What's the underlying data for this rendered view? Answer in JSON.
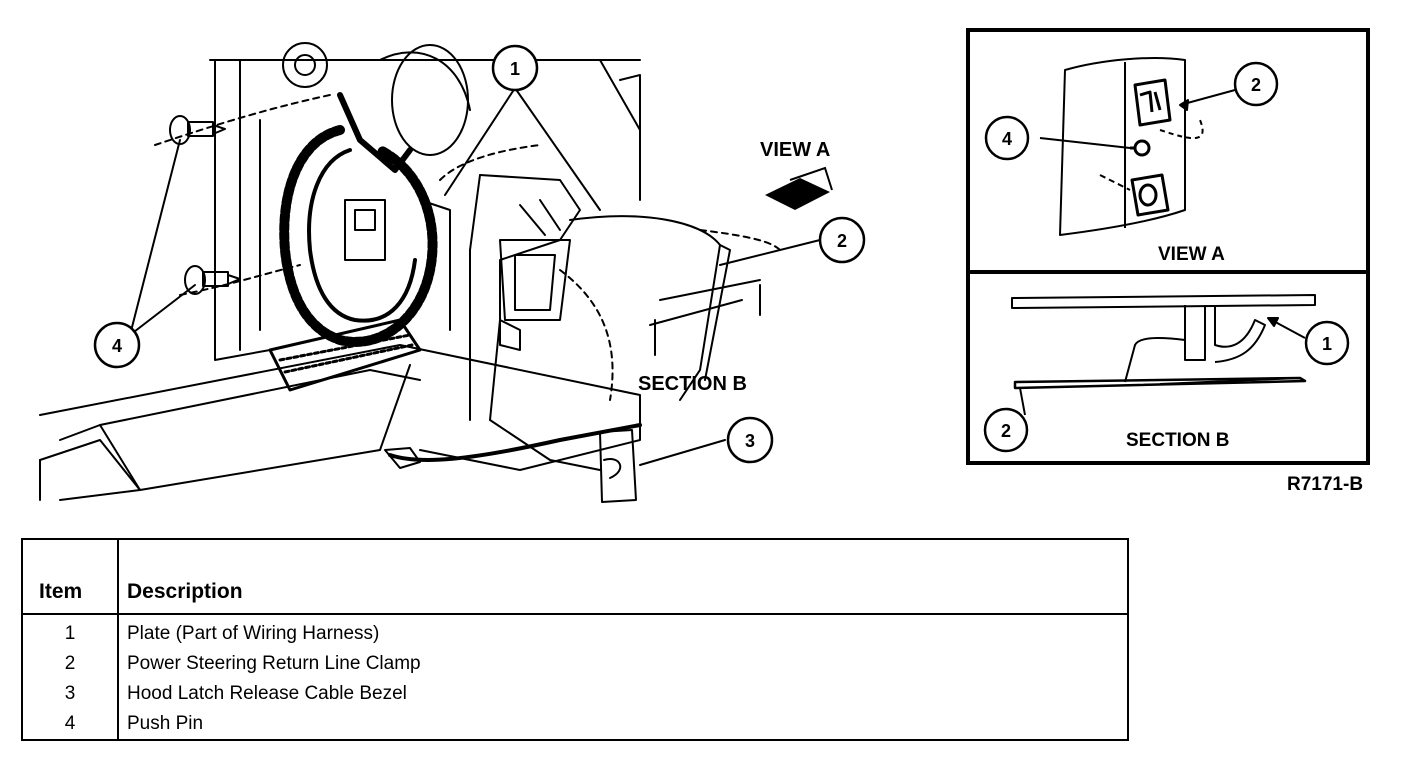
{
  "figure_code": "R7171-B",
  "labels": {
    "view_a_main": "VIEW A",
    "section_b_main": "SECTION B",
    "view_a_inset": "VIEW A",
    "section_b_inset": "SECTION B"
  },
  "callouts": {
    "main_1": "1",
    "main_2": "2",
    "main_3": "3",
    "main_4": "4",
    "inset_view_2": "2",
    "inset_view_4": "4",
    "inset_section_1": "1",
    "inset_section_2": "2"
  },
  "legend": {
    "header_item": "Item",
    "header_description": "Description",
    "rows": [
      {
        "item": "1",
        "description": "Plate (Part of Wiring Harness)"
      },
      {
        "item": "2",
        "description": "Power Steering Return Line Clamp"
      },
      {
        "item": "3",
        "description": "Hood Latch Release Cable Bezel"
      },
      {
        "item": "4",
        "description": "Push Pin"
      }
    ]
  }
}
